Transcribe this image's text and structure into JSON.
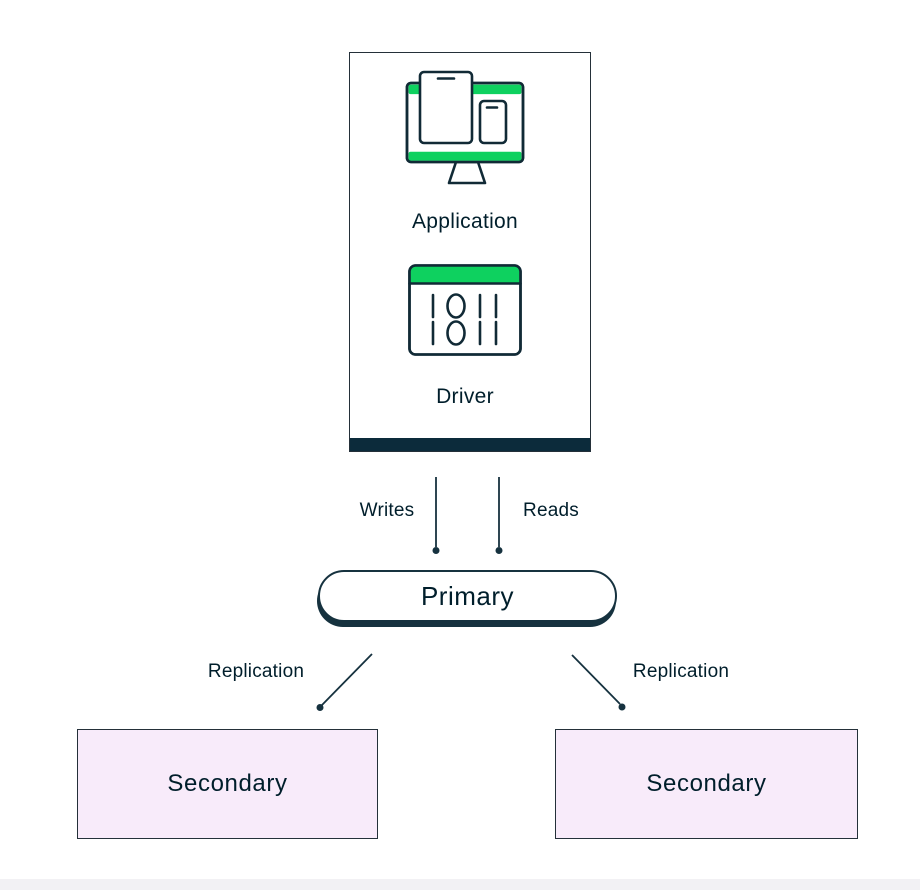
{
  "colors": {
    "canvas_bg": "#FFFFFF",
    "accent_green": "#0ED15F",
    "dark_navy": "#0C2B3B",
    "text_dark": "#001E2B",
    "line": "#16323F",
    "border": "#243039",
    "secondary_fill": "#F8EBFA",
    "footer_strip": "#F2F1F4"
  },
  "client_box": {
    "application": {
      "icon": "application-devices-icon",
      "label": "Application"
    },
    "driver": {
      "icon": "driver-binary-table-icon",
      "label": "Driver"
    }
  },
  "flows": {
    "writes_label": "Writes",
    "reads_label": "Reads",
    "replication_left_label": "Replication",
    "replication_right_label": "Replication"
  },
  "nodes": {
    "primary_label": "Primary",
    "secondary_left_label": "Secondary",
    "secondary_right_label": "Secondary"
  }
}
